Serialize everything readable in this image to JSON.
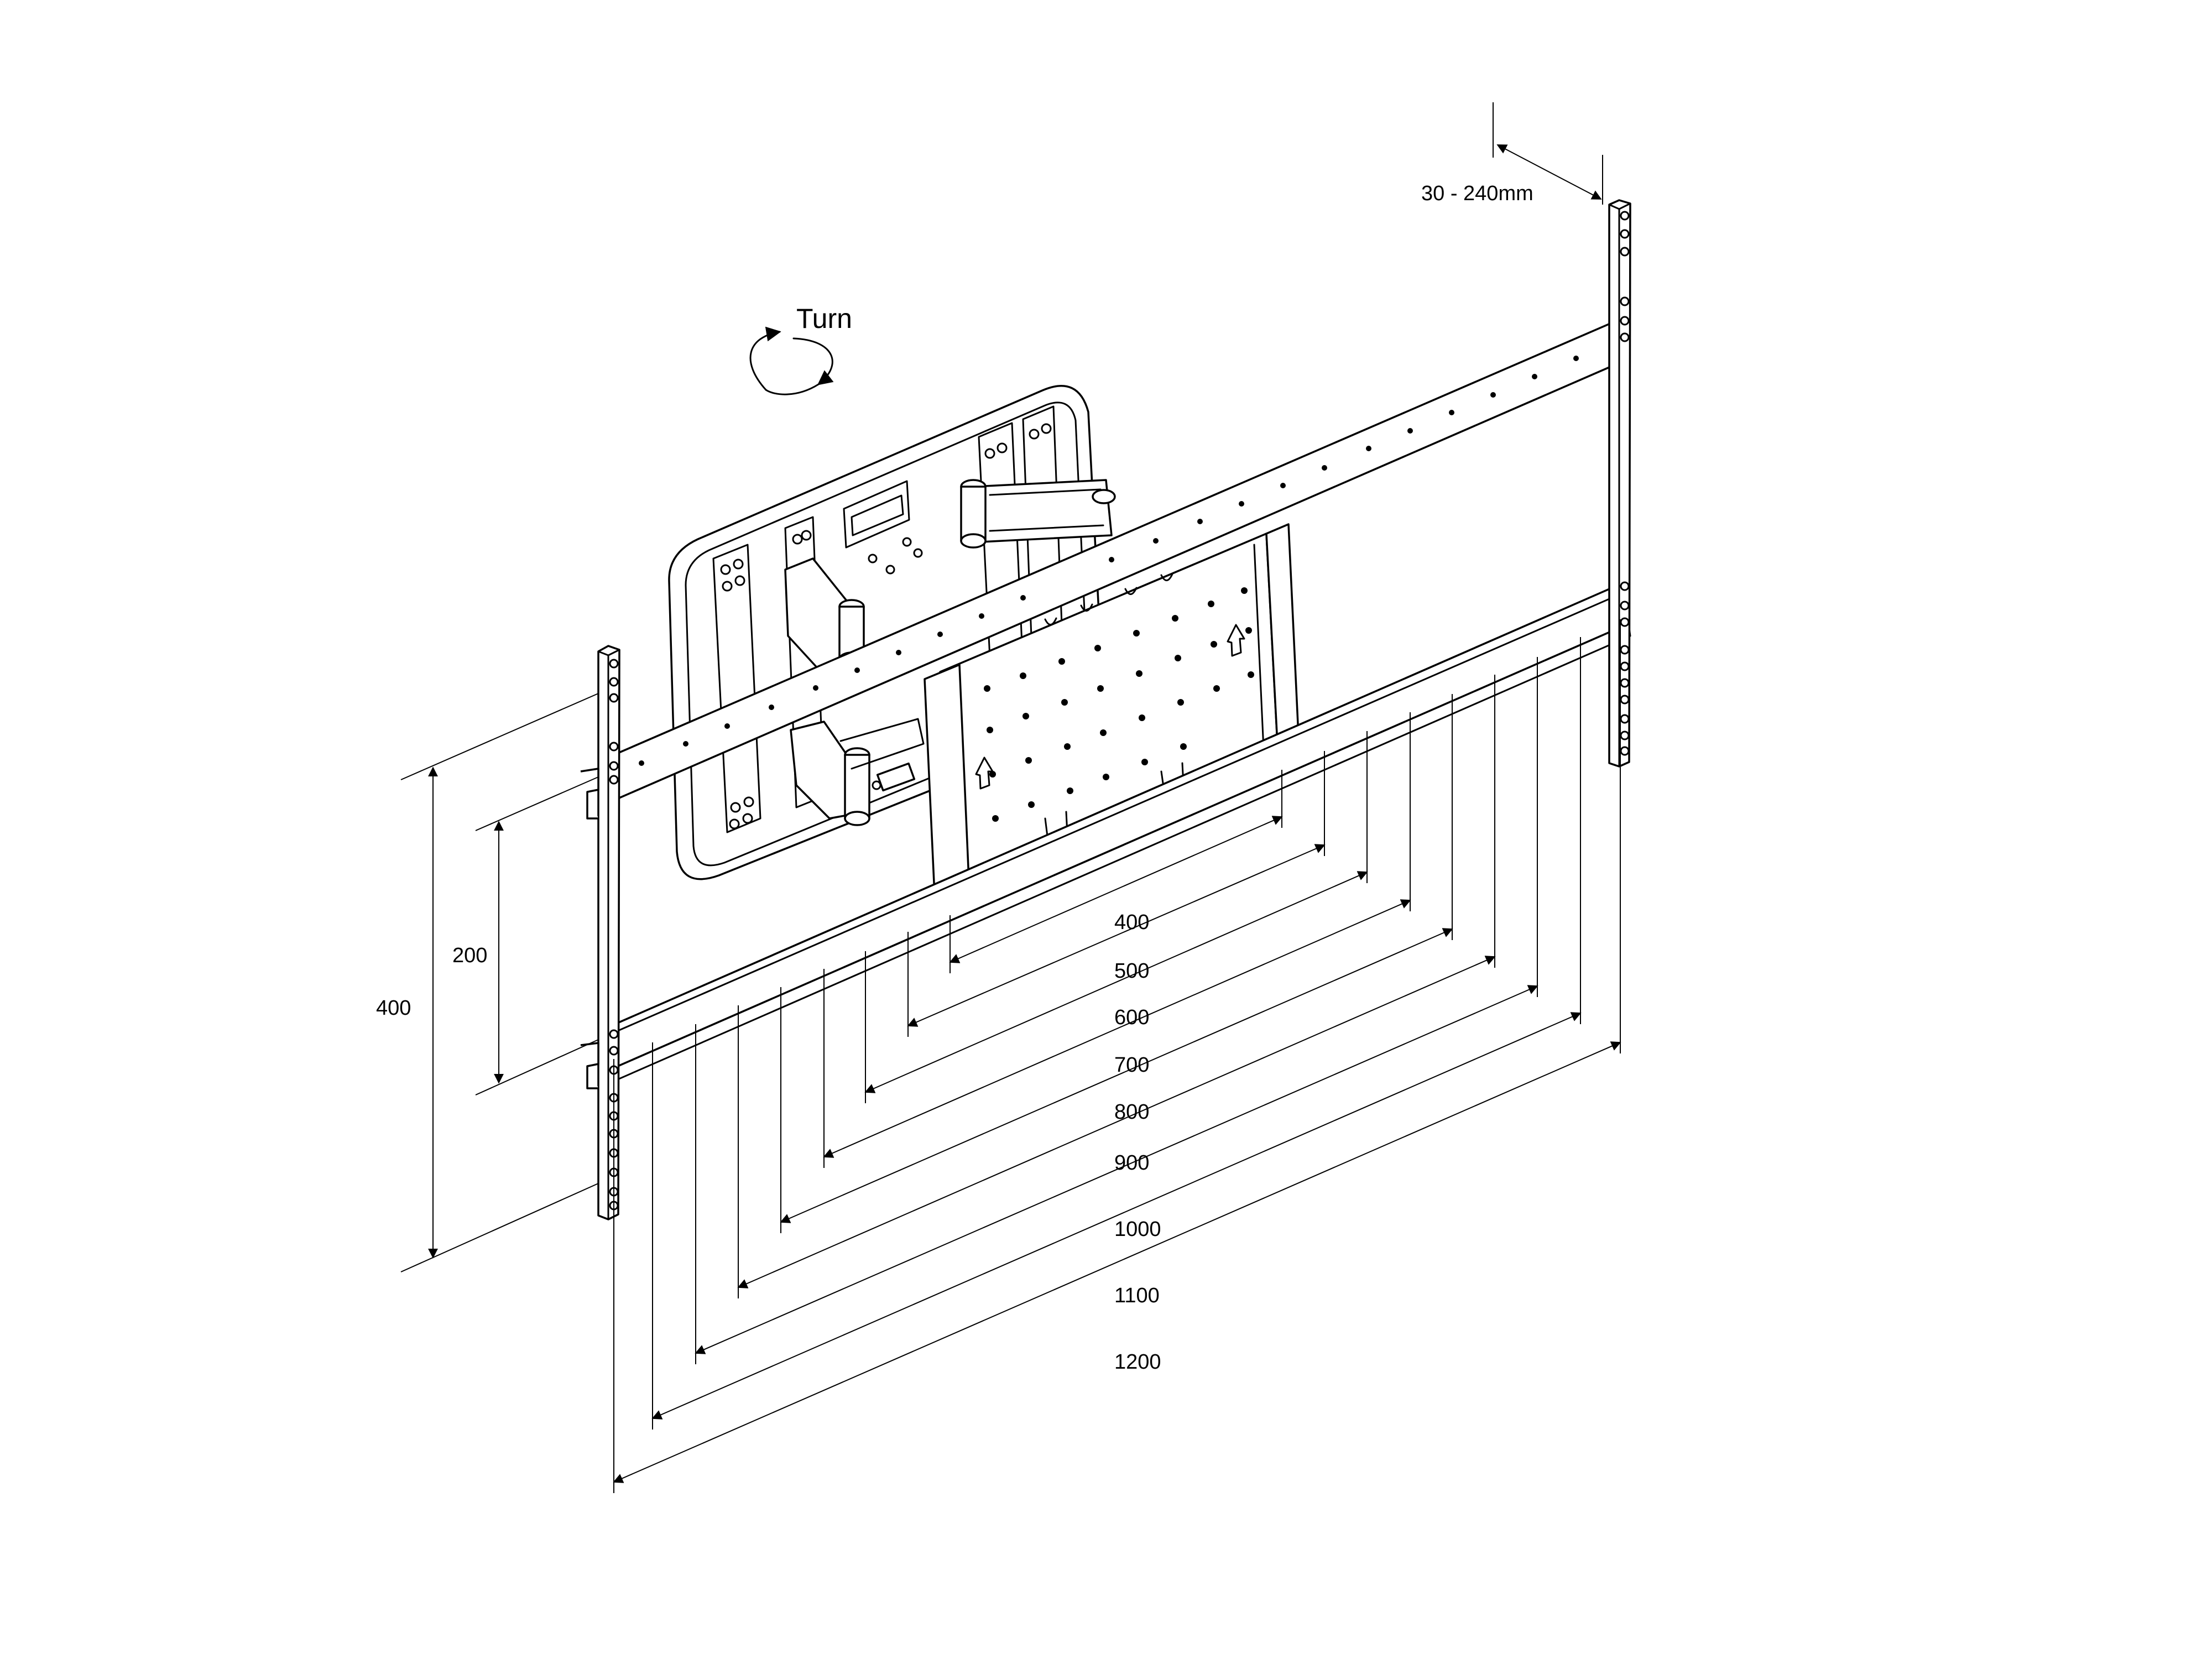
{
  "labels": {
    "turn": "Turn",
    "depth": "30 - 240mm",
    "vertical_outer": "400",
    "vertical_inner": "200"
  },
  "horizontal_spacings": [
    "400",
    "500",
    "600",
    "700",
    "800",
    "900",
    "1000",
    "1100",
    "1200"
  ],
  "colors": {
    "line": "#000000",
    "background": "#ffffff"
  },
  "icons": {
    "rotate": "rotate-arrows-icon",
    "up": "up-arrow-icon"
  }
}
